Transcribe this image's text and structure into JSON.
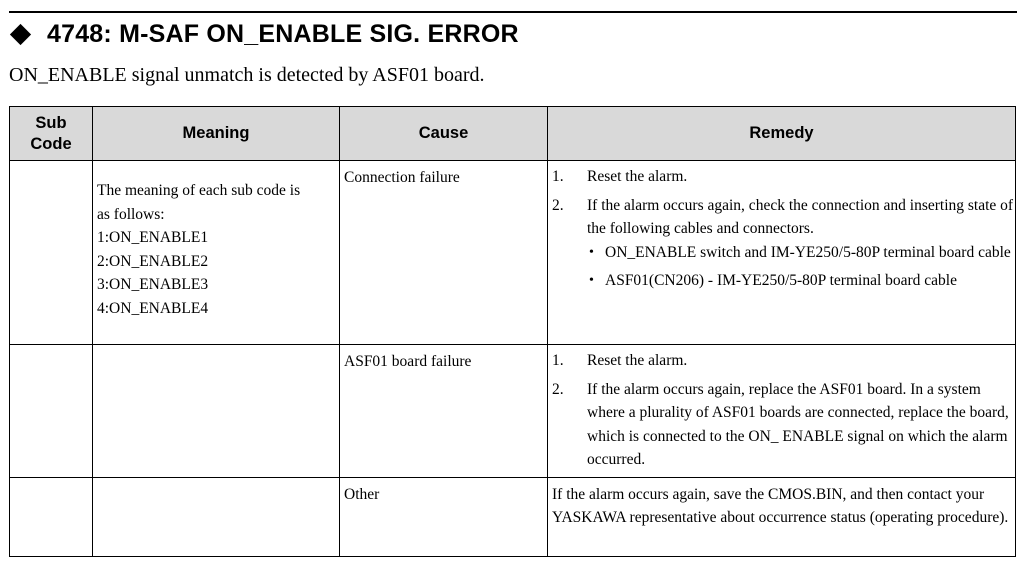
{
  "heading": {
    "code": "4748",
    "title": "4748: M-SAF ON_ENABLE SIG. ERROR"
  },
  "intro": "ON_ENABLE signal unmatch is detected by ASF01 board.",
  "table": {
    "headers": {
      "sub_code_line1": "Sub",
      "sub_code_line2": "Code",
      "meaning": "Meaning",
      "cause": "Cause",
      "remedy": "Remedy"
    },
    "rows": [
      {
        "meaning": {
          "line1": "The meaning of each sub code is",
          "line2": "as follows:",
          "codes": [
            "1:ON_ENABLE1",
            "2:ON_ENABLE2",
            "3:ON_ENABLE3",
            "4:ON_ENABLE4"
          ]
        },
        "cause": "Connection failure",
        "remedy": {
          "steps": [
            {
              "num": "1.",
              "text": "Reset the alarm."
            },
            {
              "num": "2.",
              "text": "If the alarm occurs again, check the connection and inserting state of the following cables and connectors."
            }
          ],
          "bullets": [
            "ON_ENABLE switch and IM-YE250/5-80P terminal board cable",
            "ASF01(CN206) - IM-YE250/5-80P terminal board cable"
          ]
        }
      },
      {
        "cause": "ASF01 board failure",
        "remedy": {
          "steps": [
            {
              "num": "1.",
              "text": "Reset the alarm."
            },
            {
              "num": "2.",
              "text": "If the alarm occurs again, replace the ASF01 board. In a system where a plurality of ASF01 boards are connected, replace the board, which is connected to the ON_ ENABLE signal on which the alarm occurred."
            }
          ]
        }
      },
      {
        "cause": "Other",
        "remedy_text": "If the alarm occurs again, save the CMOS.BIN, and then contact your YASKAWA representative about occurrence status (operating procedure)."
      }
    ]
  }
}
